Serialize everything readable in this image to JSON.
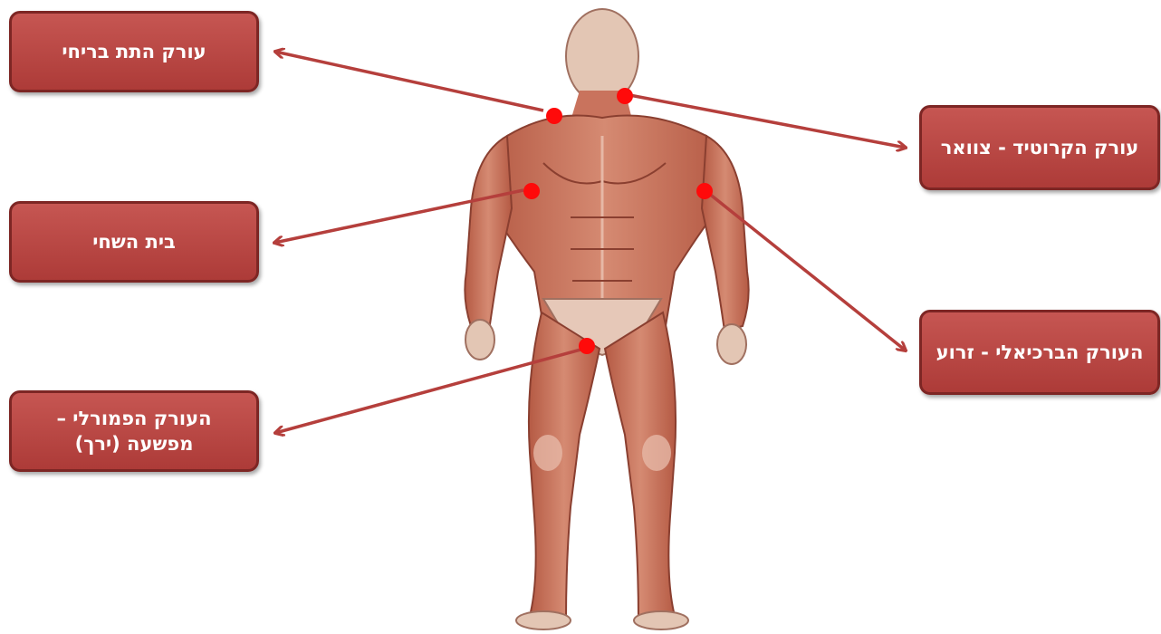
{
  "labels": {
    "axillary": "עורק התת בריחי",
    "carotid": "עורק הקרוטיד - צוואר",
    "armpit": "בית השחי",
    "brachial": "העורק הברכיאלי - זרוע",
    "femoral": "העורק הפמורלי – מפשעה (ירך)"
  },
  "colors": {
    "box_fill": "#b8443f",
    "box_border": "#7d2624",
    "arrow": "#b53f3c",
    "pulse_dot": "#ff0a0a",
    "skin": "#c76b55",
    "muscle_light": "#e6b8a6"
  },
  "icons": {
    "figure": "human-muscle-anatomy-figure",
    "pulse_point": "red-dot-marker"
  }
}
